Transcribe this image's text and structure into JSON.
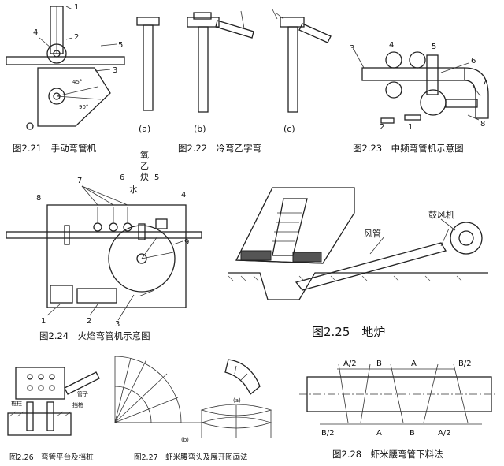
{
  "captions": {
    "fig221": "图2.21　手动弯管机",
    "fig222": "图2.22　冷弯乙字弯",
    "fig223": "图2.23　中频弯管机示意图",
    "fig224": "图2.24　火焰弯管机示意图",
    "fig225": "图2.25　地炉",
    "fig226": "图2.26　弯管平台及挡桩",
    "fig227": "图2.27　虾米腰弯头及展开图画法",
    "fig228": "图2.28　虾米腰弯管下料法"
  },
  "fig221_labels": [
    "1",
    "2",
    "3",
    "4",
    "5",
    "45°",
    "90°"
  ],
  "fig222_labels": [
    "(a)",
    "(b)",
    "(c)"
  ],
  "fig223_labels": [
    "1",
    "2",
    "3",
    "4",
    "5",
    "6",
    "7",
    "8"
  ],
  "fig224_labels": [
    "1",
    "2",
    "3",
    "4",
    "5",
    "6",
    "7",
    "8",
    "9",
    "氧",
    "乙",
    "炔",
    "水"
  ],
  "fig225_labels": [
    "鼓风机",
    "风管"
  ],
  "fig226_labels": [
    "管子",
    "挡桩",
    "桩柱"
  ],
  "fig227_labels": [
    "(a)",
    "(b)"
  ],
  "fig228_labels": [
    "A/2",
    "B",
    "A",
    "B/2",
    "B/2",
    "A",
    "B",
    "A/2"
  ]
}
